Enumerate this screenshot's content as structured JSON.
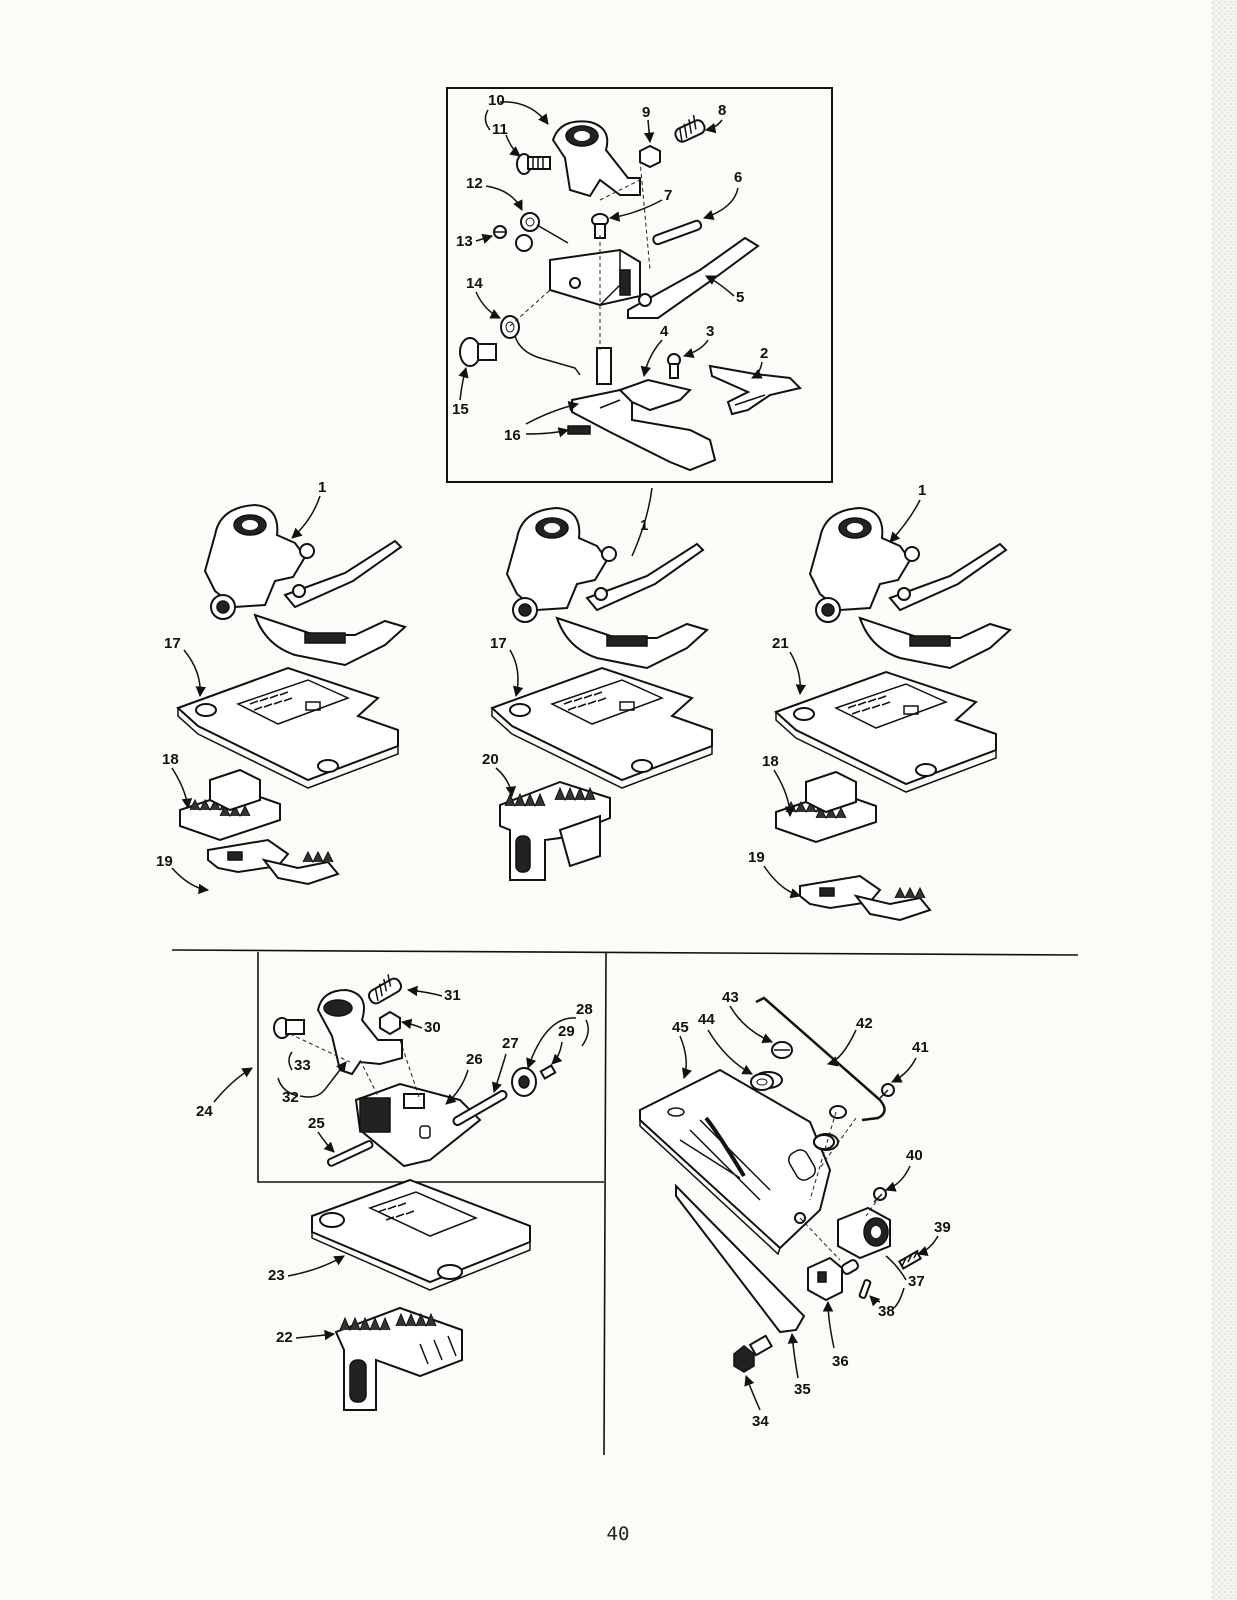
{
  "page_number": "40",
  "callouts": [
    "1",
    "2",
    "3",
    "4",
    "5",
    "6",
    "7",
    "8",
    "9",
    "10",
    "11",
    "12",
    "13",
    "14",
    "15",
    "16",
    "17",
    "18",
    "19",
    "20",
    "21",
    "22",
    "23",
    "24",
    "25",
    "26",
    "27",
    "28",
    "29",
    "30",
    "31",
    "32",
    "33",
    "34",
    "35",
    "36",
    "37",
    "38",
    "39",
    "40",
    "41",
    "42",
    "43",
    "44",
    "45"
  ],
  "callout_repeats": {
    "1b": "1",
    "1c": "1",
    "17b": "17",
    "18b": "18",
    "19b": "19"
  }
}
